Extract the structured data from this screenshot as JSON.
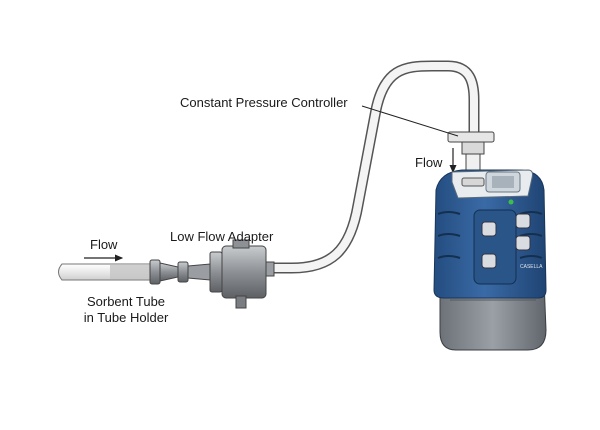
{
  "labels": {
    "constant_pressure_controller": "Constant Pressure Controller",
    "flow_top": "Flow",
    "low_flow_adapter": "Low Flow Adapter",
    "flow_left": "Flow",
    "sorbent_line1": "Sorbent Tube",
    "sorbent_line2": "in Tube Holder"
  },
  "device": {
    "brand_text": "CASELLA",
    "colors": {
      "body_blue": "#2f5e98",
      "body_blue_dark": "#1f4473",
      "base_gray": "#7f858c",
      "tubing": "#f4f4f4",
      "adapter_gray": "#8c8f93"
    }
  }
}
